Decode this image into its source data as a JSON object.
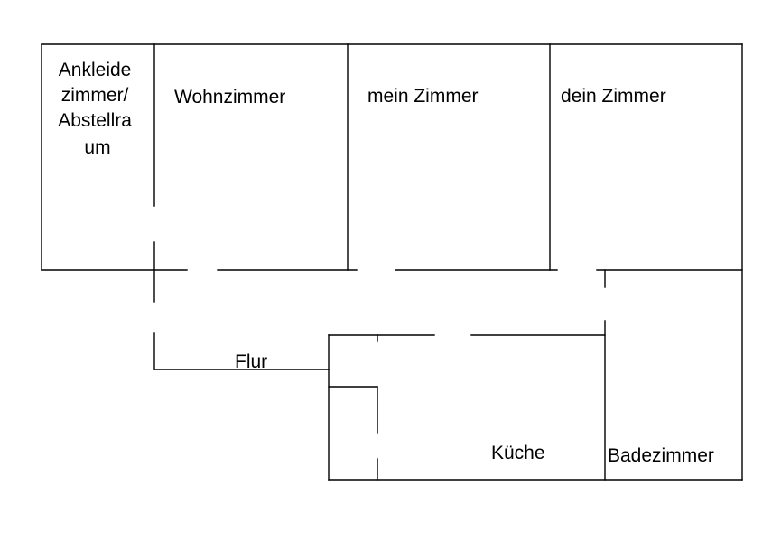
{
  "plan": {
    "line_color": "#000000",
    "background": "#ffffff",
    "rooms": {
      "ankleide": [
        "Ankleide",
        "zimmer/",
        "Abstellra",
        "um"
      ],
      "wohnzimmer": "Wohnzimmer",
      "mein_zimmer": "mein Zimmer",
      "dein_zimmer": "dein Zimmer",
      "flur": "Flur",
      "kueche": "Küche",
      "badezimmer": "Badezimmer"
    }
  }
}
